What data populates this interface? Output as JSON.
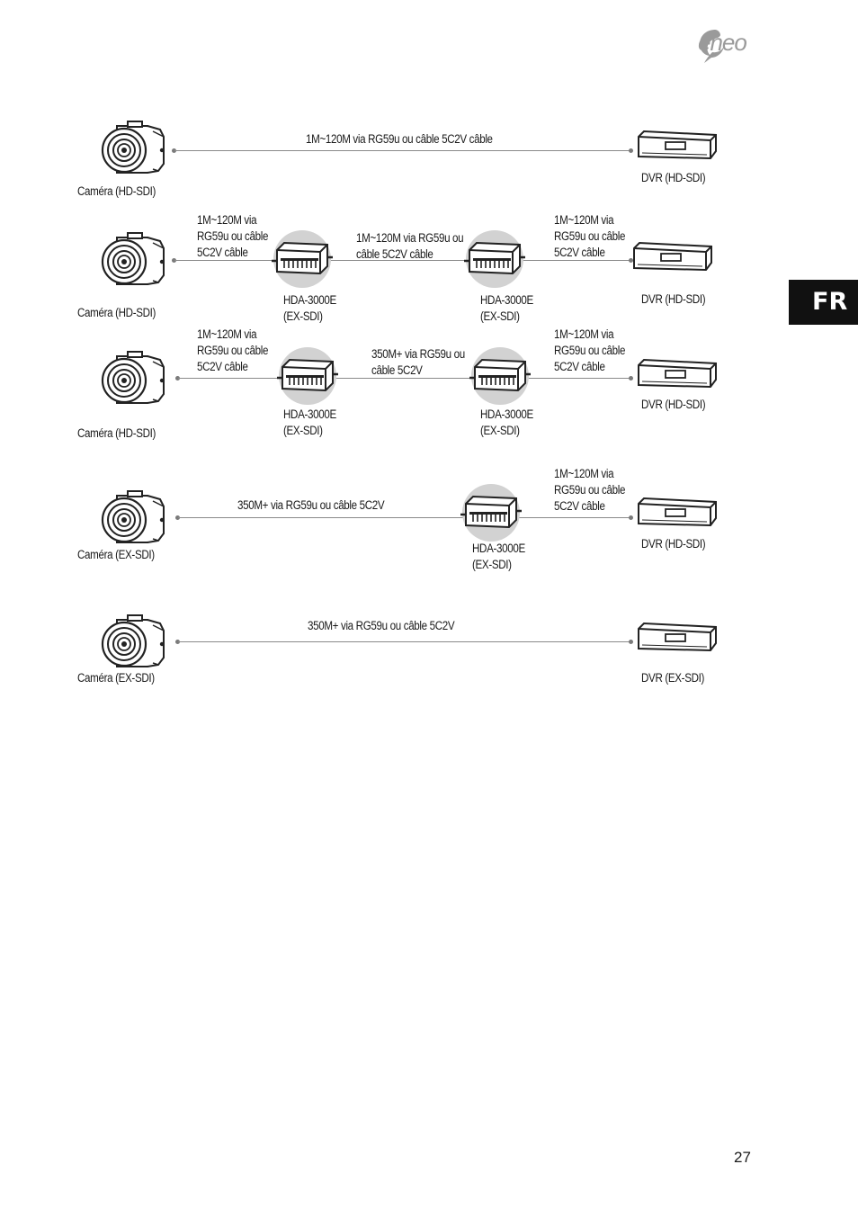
{
  "brand": {
    "name": "eneo"
  },
  "language_tab": "FR",
  "page_number": "27",
  "colors": {
    "line": "#8a8a8a",
    "halo": "#d2d2d2",
    "tab": "#111111"
  },
  "icons": {
    "camera": "camera-icon",
    "dvr": "dvr-icon",
    "extender": "extender-icon"
  },
  "rows": [
    {
      "camera": "Caméra (HD-SDI)",
      "dvr": "DVR (HD-SDI)",
      "cable_full": "1M~120M via RG59u ou câble 5C2V câble"
    },
    {
      "camera": "Caméra (HD-SDI)",
      "dvr": "DVR (HD-SDI)",
      "seg1": "1M~120M via\nRG59u ou câble\n5C2V câble",
      "seg2": "1M~120M via RG59u ou\ncâble 5C2V câble",
      "seg3": "1M~120M via\nRG59u ou câble\n5C2V câble",
      "ext1": "HDA-3000E\n(EX-SDI)",
      "ext2": "HDA-3000E\n(EX-SDI)"
    },
    {
      "camera": "Caméra (HD-SDI)",
      "dvr": "DVR (HD-SDI)",
      "seg1": "1M~120M via\nRG59u ou câble\n5C2V câble",
      "seg2": "350M+ via RG59u ou\ncâble 5C2V",
      "seg3": "1M~120M via\nRG59u ou câble\n5C2V câble",
      "ext1": "HDA-3000E\n(EX-SDI)",
      "ext2": "HDA-3000E\n(EX-SDI)"
    },
    {
      "camera": "Caméra (EX-SDI)",
      "dvr": "DVR (HD-SDI)",
      "seg1": "350M+ via RG59u ou câble 5C2V",
      "seg2": "1M~120M via\nRG59u ou câble\n5C2V câble",
      "ext1": "HDA-3000E\n(EX-SDI)"
    },
    {
      "camera": "Caméra (EX-SDI)",
      "dvr": "DVR (EX-SDI)",
      "cable_full": "350M+ via RG59u ou câble 5C2V"
    }
  ]
}
